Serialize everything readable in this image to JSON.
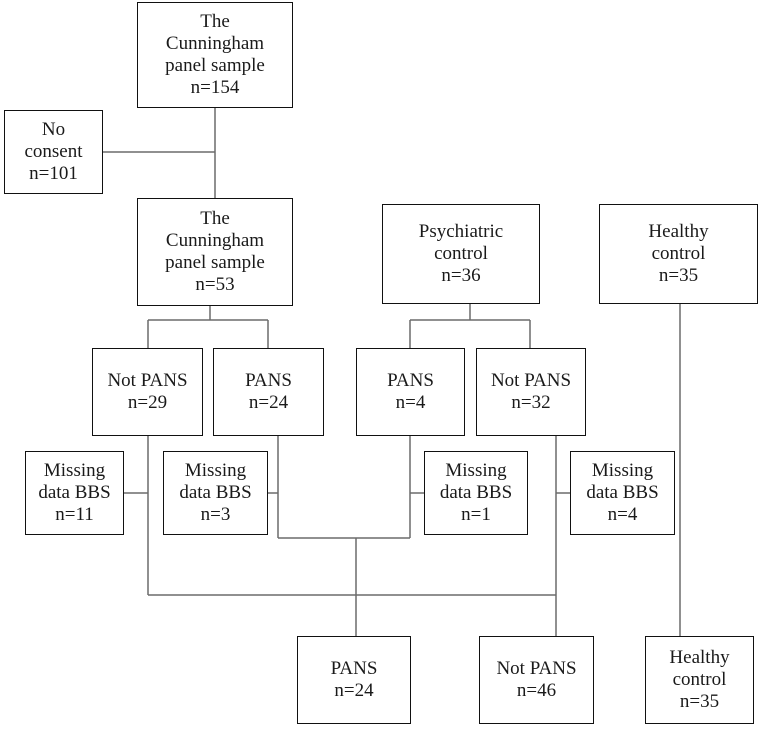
{
  "nodes": {
    "cunningham_154": {
      "lines": [
        "The",
        "Cunningham",
        "panel sample",
        "n=154"
      ]
    },
    "no_consent": {
      "lines": [
        "No",
        "consent",
        "n=101"
      ]
    },
    "cunningham_53": {
      "lines": [
        "The",
        "Cunningham",
        "panel sample",
        "n=53"
      ]
    },
    "psychiatric_control": {
      "lines": [
        "Psychiatric",
        "control",
        "n=36"
      ]
    },
    "healthy_control_top": {
      "lines": [
        "Healthy",
        "control",
        "n=35"
      ]
    },
    "not_pans_29": {
      "lines": [
        "Not PANS",
        "n=29"
      ]
    },
    "pans_24_mid": {
      "lines": [
        "PANS",
        "n=24"
      ]
    },
    "pans_4": {
      "lines": [
        "PANS",
        "n=4"
      ]
    },
    "not_pans_32": {
      "lines": [
        "Not PANS",
        "n=32"
      ]
    },
    "missing_11": {
      "lines": [
        "Missing",
        "data BBS",
        "n=11"
      ]
    },
    "missing_3": {
      "lines": [
        "Missing",
        "data BBS",
        "n=3"
      ]
    },
    "missing_1": {
      "lines": [
        "Missing",
        "data BBS",
        "n=1"
      ]
    },
    "missing_4": {
      "lines": [
        "Missing",
        "data BBS",
        "n=4"
      ]
    },
    "pans_24_final": {
      "lines": [
        "PANS",
        "n=24"
      ]
    },
    "not_pans_46": {
      "lines": [
        "Not PANS",
        "n=46"
      ]
    },
    "healthy_control_final": {
      "lines": [
        "Healthy",
        "control",
        "n=35"
      ]
    }
  },
  "colors": {
    "box_border": "#111111",
    "connector": "#6b6b6b",
    "text": "#1a1a1a"
  }
}
